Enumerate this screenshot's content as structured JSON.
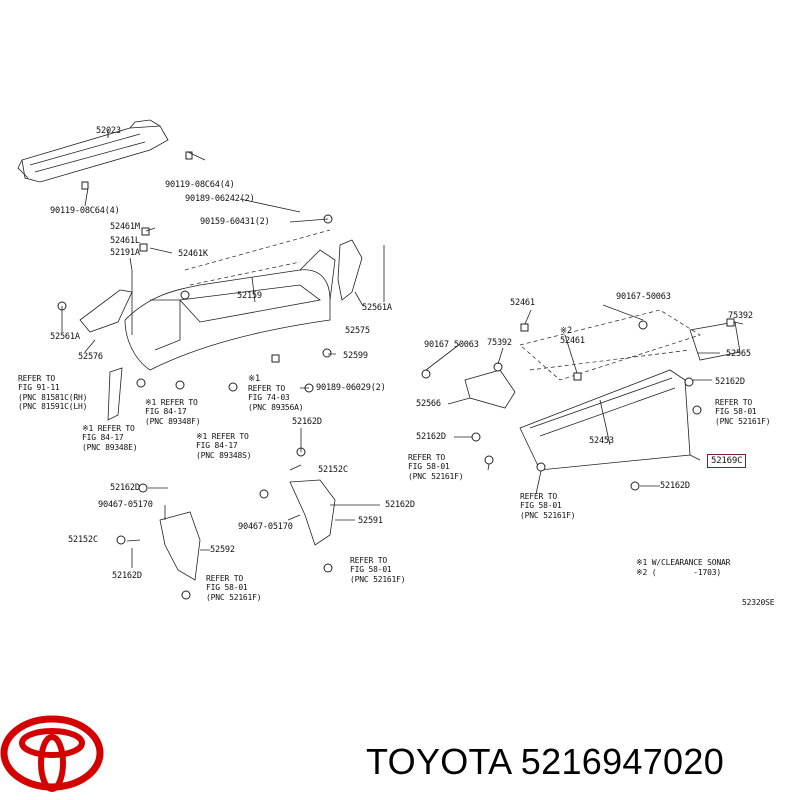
{
  "diagram": {
    "labels": {
      "p52023": "52023",
      "p90119a": "90119-08C64(4)",
      "p90119b": "90119-08C64(4)",
      "p90189a": "90189-06242(2)",
      "p90159": "90159-60431(2)",
      "p52461M": "52461M",
      "p52461L": "52461L",
      "p52191A": "52191A",
      "p52461K": "52461K",
      "p52159": "52159",
      "p52561A_r": "52561A",
      "p52575": "52575",
      "p52561A_l": "52561A",
      "p52576": "52576",
      "p52599": "52599",
      "p90189b": "90189-06029(2)",
      "p52162D_a": "52162D",
      "p52152C_a": "52152C",
      "p52162D_b": "52162D",
      "p90467_a": "90467-05170",
      "p52152C_b": "52152C",
      "p52592": "52592",
      "p52162D_c": "52162D",
      "p90467_b": "90467-05170",
      "p52591": "52591",
      "p52162D_d": "52162D",
      "p52461": "52461",
      "p90167_a": "90167-50063",
      "p75392_a": "75392",
      "p90167_b": "90167 50063",
      "p75392_b": "75392",
      "p52461b": "52461",
      "star2": "※2",
      "p52565": "52565",
      "p52566": "52566",
      "p52162D_e": "52162D",
      "p52162D_f": "52162D",
      "p52453": "52453",
      "p52169C": "52169C",
      "p52162D_g": "52162D",
      "star1": "※1",
      "code": "52320SE"
    },
    "refs": {
      "r_fig9111": "REFER TO\nFIG 91-11\n(PNC 81581C(RH)\n(PNC 81591C(LH)",
      "r_fig8417a": "※1 REFER TO\nFIG 84-17\n(PNC 89348F)",
      "r_fig8417b": "※1 REFER TO\nFIG 84-17\n(PNC 89348E)",
      "r_fig8417c": "※1 REFER TO\nFIG 84-17\n(PNC 89348S)",
      "r_fig7403": "REFER TO\nFIG 74-03\n(PNC 89356A)",
      "r_fig5801a": "REFER TO\nFIG 58-01\n(PNC 52161F)",
      "r_fig5801b": "REFER TO\nFIG 58-01\n(PNC 52161F)",
      "r_fig5801c": "REFER TO\nFIG 58-01\n(PNC 52161F)",
      "r_fig5801d": "REFER TO\nFIG 58-01\n(PNC 52161F)",
      "r_fig5801e": "REFER TO\nFIG 58-01\n(PNC 52161F)"
    },
    "notes": {
      "n1": "※1 W/CLEARANCE SONAR",
      "n2": "※2 (        -1703)"
    }
  },
  "brand": {
    "logo_icon": "toyota-logo-icon",
    "logo_color": "#d40000",
    "caption": "TOYOTA 5216947020"
  },
  "colors": {
    "highlight_border": "#7a1e32",
    "line": "#222222"
  }
}
